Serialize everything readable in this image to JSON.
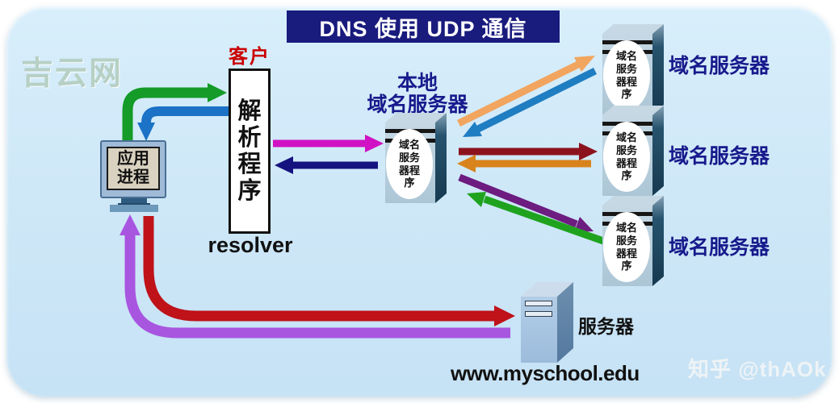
{
  "title": "DNS 使用 UDP 通信",
  "watermark_top_left": "吉云网",
  "watermark_bottom_right": "知乎 @thAOk",
  "computer": {
    "screen_lines": [
      "应用",
      "进程"
    ]
  },
  "resolver": {
    "tag": "客户",
    "chars": [
      "解",
      "析",
      "程",
      "序"
    ],
    "caption": "resolver"
  },
  "local_dns": {
    "title_line1": "本地",
    "title_line2": "域名服务器",
    "program": [
      "域名",
      "服务",
      "器程",
      "序"
    ]
  },
  "remote_servers": [
    {
      "label": "域名服务器",
      "program": [
        "域名",
        "服务",
        "器程",
        "序"
      ]
    },
    {
      "label": "域名服务器",
      "program": [
        "域名",
        "服务",
        "器程",
        "序"
      ]
    },
    {
      "label": "域名服务器",
      "program": [
        "域名",
        "服务",
        "器程",
        "序"
      ]
    }
  ],
  "web_server": {
    "label": "服务器",
    "domain": "www.myschool.edu"
  },
  "arrows": {
    "app_to_resolver": {
      "color": "#149b28",
      "from": "application-process",
      "to": "resolver"
    },
    "resolver_to_app": {
      "color": "#1b72c6",
      "from": "resolver",
      "to": "application-process"
    },
    "resolver_to_local": {
      "color": "#d012c4",
      "from": "resolver",
      "to": "local-dns-server"
    },
    "local_to_resolver": {
      "color": "#15137f",
      "from": "local-dns-server",
      "to": "resolver"
    },
    "local_to_dns1": {
      "color": "#f2a55f",
      "from": "local-dns-server",
      "to": "dns-server-1"
    },
    "dns1_to_local": {
      "color": "#1f7dc2",
      "from": "dns-server-1",
      "to": "local-dns-server"
    },
    "local_to_dns2": {
      "color": "#8c131d",
      "from": "local-dns-server",
      "to": "dns-server-2"
    },
    "dns2_to_local": {
      "color": "#d9831c",
      "from": "dns-server-2",
      "to": "local-dns-server"
    },
    "local_to_dns3": {
      "color": "#6d1c80",
      "from": "local-dns-server",
      "to": "dns-server-3"
    },
    "dns3_to_local": {
      "color": "#1fa31f",
      "from": "dns-server-3",
      "to": "local-dns-server"
    },
    "app_to_webserver": {
      "color": "#bf1219",
      "from": "application-process",
      "to": "web-server"
    },
    "webserver_to_app": {
      "color": "#a855e0",
      "from": "web-server",
      "to": "application-process"
    }
  },
  "colors": {
    "panel_bg": "#cde7f7",
    "banner_bg": "#191b7d",
    "banner_text": "#ffffff",
    "label_navy": "#171a8c",
    "client_red": "#cb0000"
  }
}
